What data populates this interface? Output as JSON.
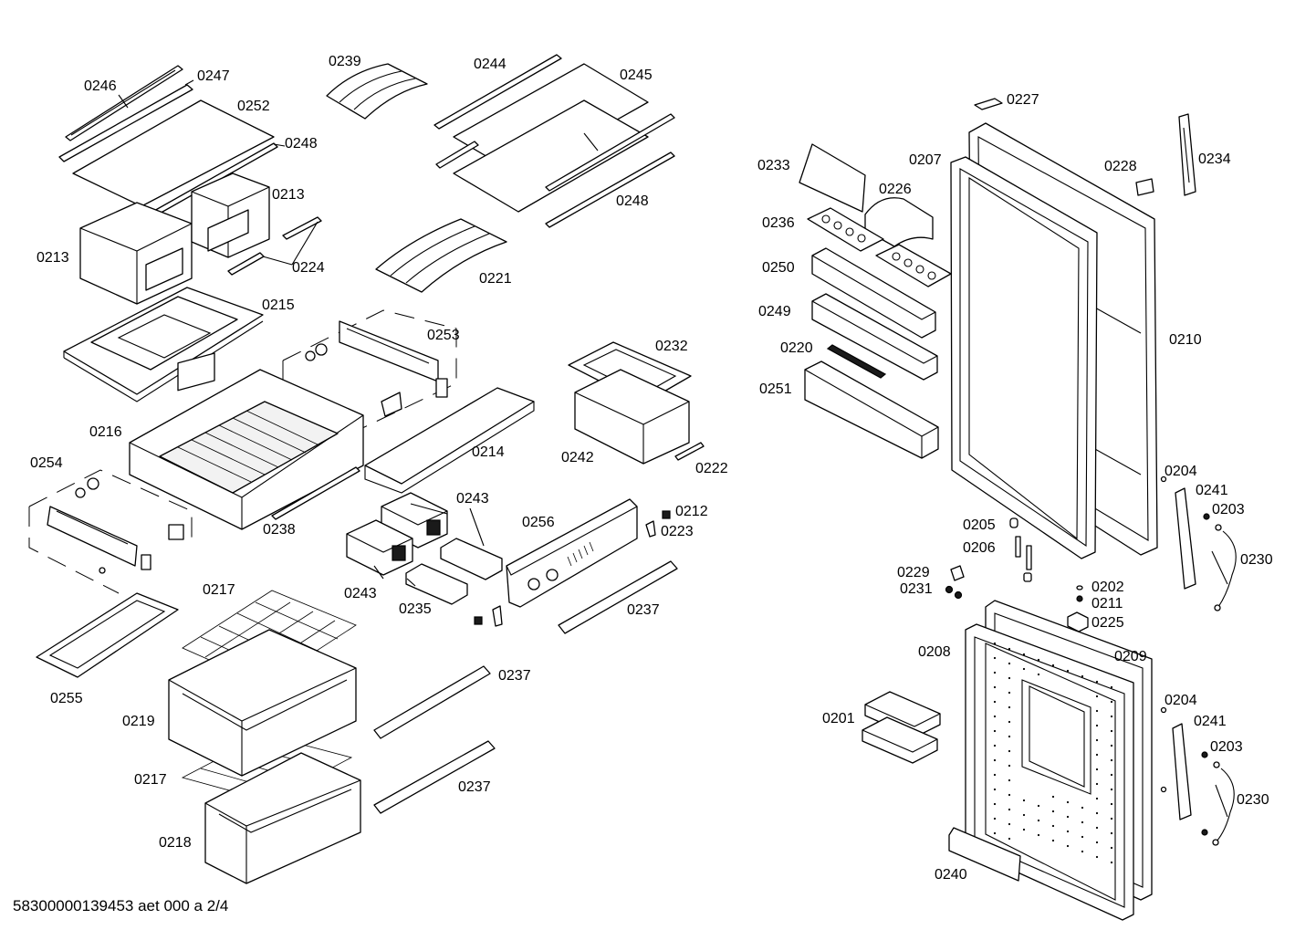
{
  "diagram": {
    "footer": "58300000139453 aet 000 a 2/4",
    "labels": {
      "p0246": "0246",
      "p0247": "0247",
      "p0252": "0252",
      "p0248a": "0248",
      "p0213a": "0213",
      "p0213b": "0213",
      "p0224": "0224",
      "p0215": "0215",
      "p0239": "0239",
      "p0244": "0244",
      "p0245": "0245",
      "p0248b": "0248",
      "p0221": "0221",
      "p0253": "0253",
      "p0232": "0232",
      "p0216": "0216",
      "p0214": "0214",
      "p0242": "0242",
      "p0222": "0222",
      "p0254": "0254",
      "p0238": "0238",
      "p0243a": "0243",
      "p0243b": "0243",
      "p0256": "0256",
      "p0212": "0212",
      "p0223": "0223",
      "p0235": "0235",
      "p0237a": "0237",
      "p0237b": "0237",
      "p0237c": "0237",
      "p0217a": "0217",
      "p0217b": "0217",
      "p0255": "0255",
      "p0219": "0219",
      "p0218": "0218",
      "p0227": "0227",
      "p0233": "0233",
      "p0207": "0207",
      "p0226": "0226",
      "p0228": "0228",
      "p0234": "0234",
      "p0236": "0236",
      "p0250": "0250",
      "p0249": "0249",
      "p0220": "0220",
      "p0251": "0251",
      "p0210": "0210",
      "p0204a": "0204",
      "p0241a": "0241",
      "p0203a": "0203",
      "p0230a": "0230",
      "p0205": "0205",
      "p0206": "0206",
      "p0229": "0229",
      "p0231": "0231",
      "p0202": "0202",
      "p0211": "0211",
      "p0225": "0225",
      "p0208": "0208",
      "p0209": "0209",
      "p0204b": "0204",
      "p0241b": "0241",
      "p0203b": "0203",
      "p0230b": "0230",
      "p0201": "0201",
      "p0240": "0240"
    }
  }
}
